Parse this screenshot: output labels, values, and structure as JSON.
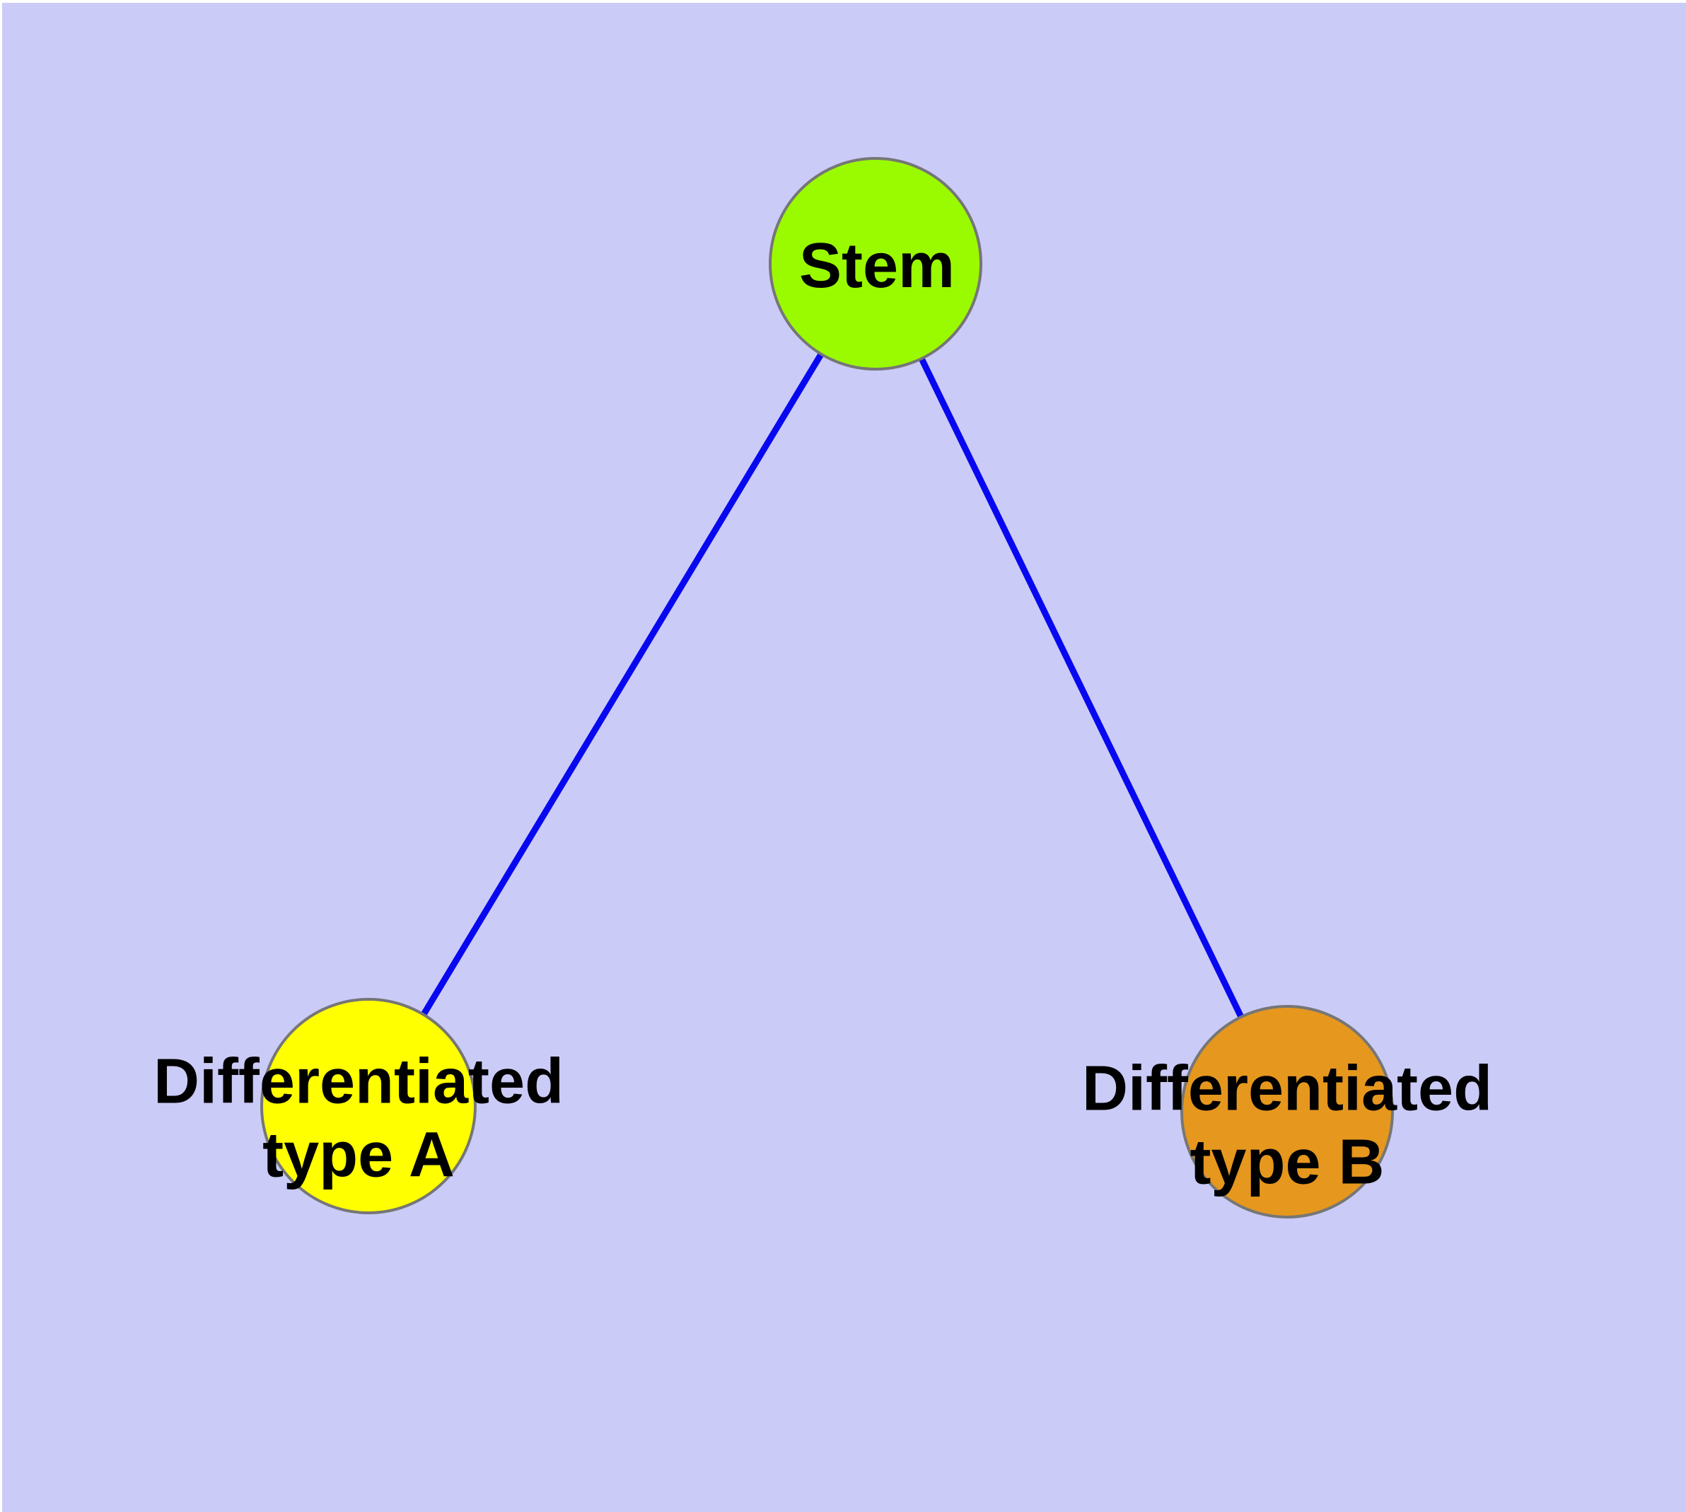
{
  "diagram": {
    "background_color": "#cbcbf8",
    "margin_color": "#ffffff",
    "edge_color": "#0808f0",
    "edge_width": 9,
    "node_border_color": "#767676",
    "label_color": "#000000",
    "nodes": [
      {
        "id": "stem",
        "label": "Stem",
        "lines": [
          "Stem"
        ],
        "fill": "#9afb00"
      },
      {
        "id": "differentiated-type-a",
        "label": "Differentiated type A",
        "lines": [
          "Differentiated",
          "type A"
        ],
        "fill": "#ffff00"
      },
      {
        "id": "differentiated-type-b",
        "label": "Differentiated type B",
        "lines": [
          "Differentiated",
          "type B"
        ],
        "fill": "#e6971e"
      }
    ],
    "edges": [
      {
        "from": "stem",
        "to": "differentiated-type-a"
      },
      {
        "from": "stem",
        "to": "differentiated-type-b"
      }
    ]
  }
}
